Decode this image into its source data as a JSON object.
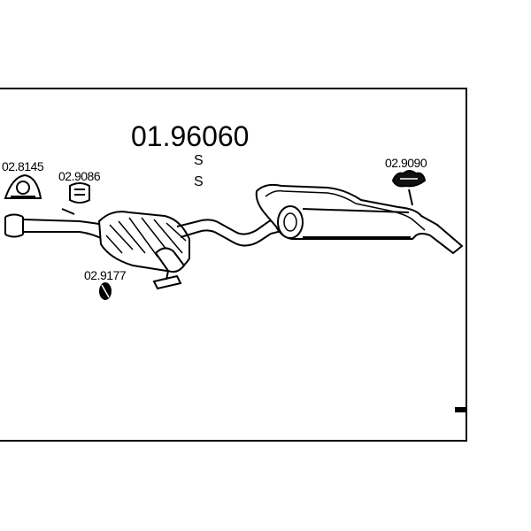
{
  "diagram": {
    "part_number": "01.96060",
    "markers": [
      "S",
      "S"
    ],
    "parts": [
      {
        "code": "02.8145",
        "icon": "rubber-hanger-ring-icon"
      },
      {
        "code": "02.9086",
        "icon": "rubber-mount-icon"
      },
      {
        "code": "02.9177",
        "icon": "rubber-bush-icon"
      },
      {
        "code": "02.9090",
        "icon": "rubber-mount-icon"
      }
    ]
  }
}
